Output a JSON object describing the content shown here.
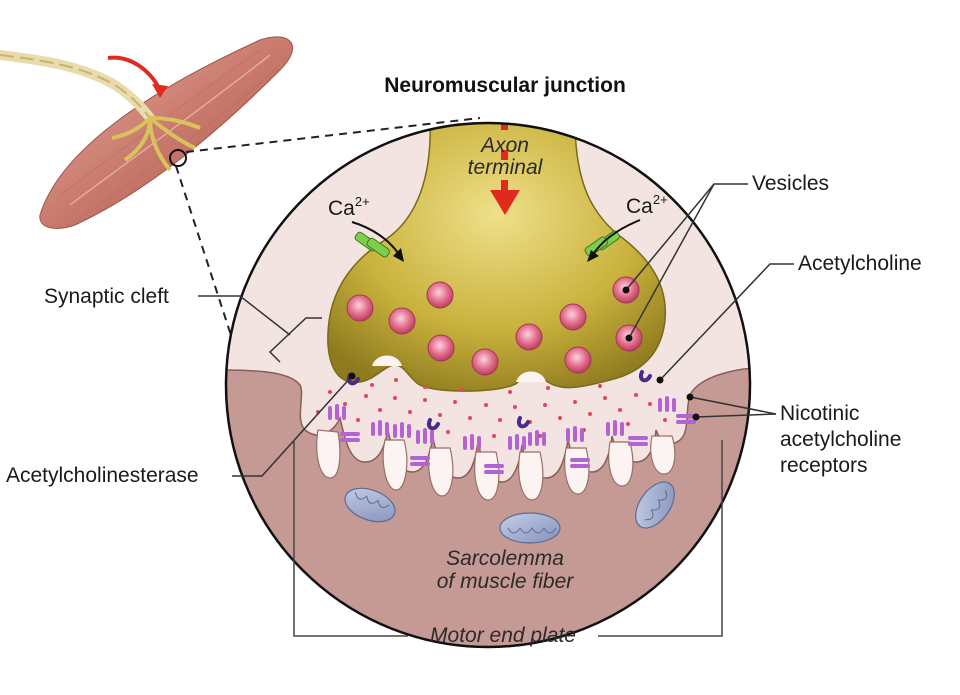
{
  "title": "Neuromuscular junction",
  "labels": {
    "axon_terminal_line1": "Axon",
    "axon_terminal_line2": "terminal",
    "ca_left": "Ca",
    "ca_right": "Ca",
    "ca_superscript": "2+",
    "vesicles": "Vesicles",
    "acetylcholine": "Acetylcholine",
    "synaptic_cleft": "Synaptic cleft",
    "nicotinic_line1": "Nicotinic",
    "nicotinic_line2": "acetylcholine",
    "nicotinic_line3": "receptors",
    "acetylcholinesterase": "Acetylcholinesterase",
    "sarcolemma_line1": "Sarcolemma",
    "sarcolemma_line2": "of muscle fiber",
    "motor_end_plate": "Motor end plate"
  },
  "colors": {
    "axon": "#c9b23d",
    "muscle": "#c89a92",
    "cleft_bg": "#f3e4e2",
    "vesicle": "#d9607e",
    "receptor": "#b463d4",
    "enzyme": "#4a2a8a",
    "ach_dot": "#e04a55",
    "arrow_red": "#e02a1f",
    "channel": "#7ccf4a"
  }
}
